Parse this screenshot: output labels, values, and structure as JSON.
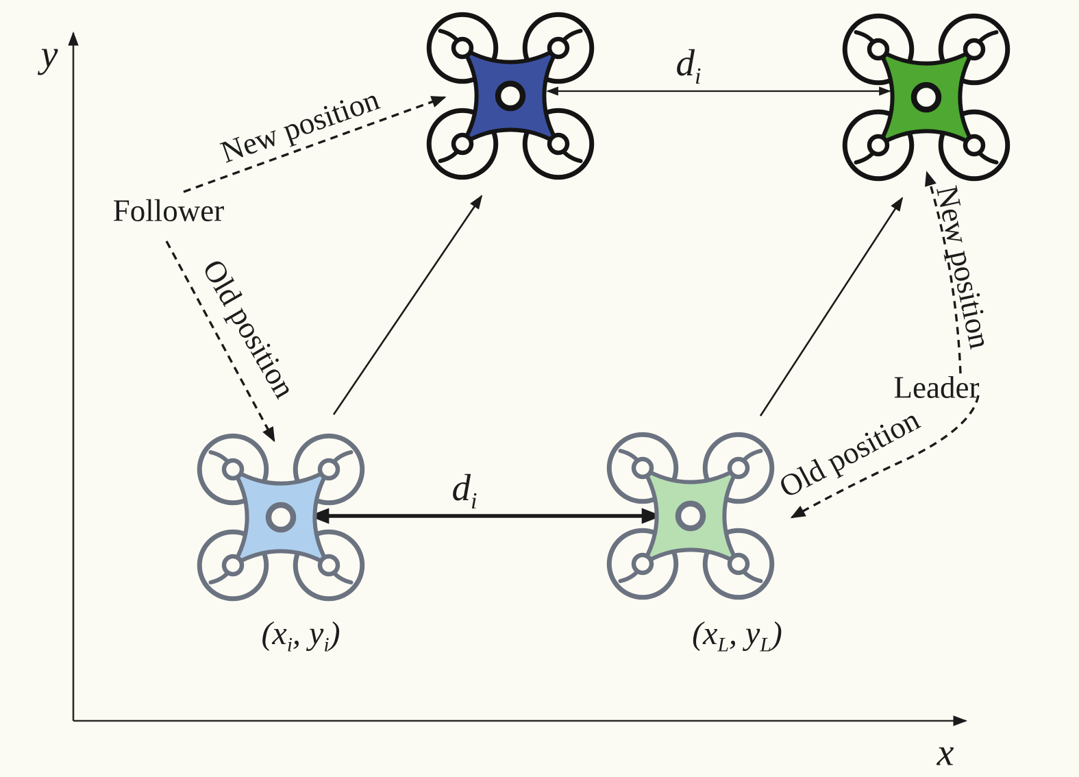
{
  "figure": {
    "title_semantic": "Leader-follower UAV formation geometry diagram",
    "background_color": "#fcfbf3",
    "axes": {
      "x_label": "x",
      "y_label": "y"
    },
    "labels": {
      "follower": "Follower",
      "leader": "Leader",
      "follower_new_position": "New position",
      "follower_old_position": "Old position",
      "leader_new_position": "New position",
      "leader_old_position": "Old position"
    },
    "distance_label": {
      "base": "d",
      "sub": "i"
    },
    "coordinates": {
      "follower": {
        "pre": "(x",
        "sub1": "i",
        "mid": ", y",
        "sub2": "i",
        "post": ")"
      },
      "leader": {
        "pre": "(x",
        "sub1": "L",
        "mid": ", y",
        "sub2": "L",
        "post": ")"
      }
    },
    "drones": {
      "follower_new": {
        "role": "follower new position",
        "body_color": "#3c50a0",
        "line_color": "#141414"
      },
      "leader_new": {
        "role": "leader new position",
        "body_color": "#4ea832",
        "line_color": "#141414"
      },
      "follower_old": {
        "role": "follower old position",
        "body_color": "#aed0ee",
        "line_color": "#6b7280"
      },
      "leader_old": {
        "role": "leader old position",
        "body_color": "#b7dfb2",
        "line_color": "#6b7280"
      }
    },
    "arrow_color": "#1a1a1a"
  }
}
